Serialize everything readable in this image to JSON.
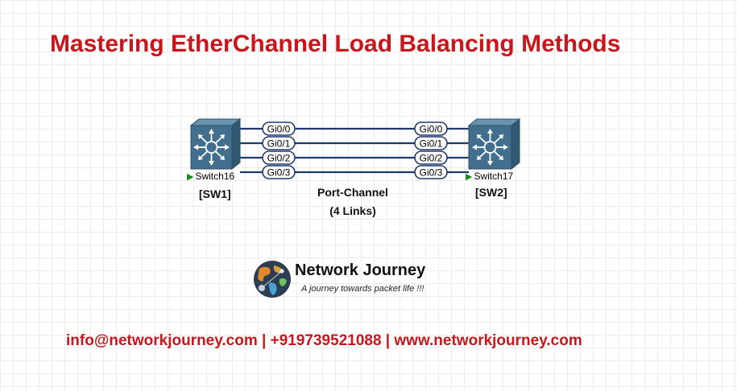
{
  "title": "Mastering EtherChannel Load Balancing Methods",
  "switches": [
    {
      "label": "Switch16",
      "tag": "[SW1]"
    },
    {
      "label": "Switch17",
      "tag": "[SW2]"
    }
  ],
  "links": [
    {
      "left_port": "Gi0/0",
      "right_port": "Gi0/0"
    },
    {
      "left_port": "Gi0/1",
      "right_port": "Gi0/1"
    },
    {
      "left_port": "Gi0/2",
      "right_port": "Gi0/2"
    },
    {
      "left_port": "Gi0/3",
      "right_port": "Gi0/3"
    }
  ],
  "port_channel": {
    "line1": "Port-Channel",
    "line2": "(4 Links)"
  },
  "brand": {
    "name": "Network Journey",
    "tagline": "A journey towards packet life !!!"
  },
  "contact": "info@networkjourney.com | +919739521088 | www.networkjourney.com",
  "colors": {
    "title": "#c8161d",
    "switch": "#3f6b88",
    "link": "#1f3a6e",
    "status": "#1e8a1e"
  },
  "icons": {
    "switch": "layer3-switch-icon",
    "status": "status-triangle-icon",
    "logo": "globe-network-icon"
  }
}
